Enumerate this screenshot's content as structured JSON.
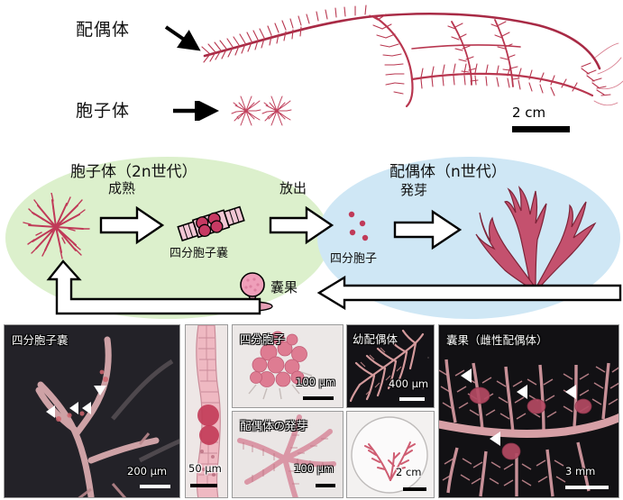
{
  "figure": {
    "title": "Red algae life cycle figure",
    "top_section": {
      "gametophyte_label": "配偶体",
      "sporophyte_label": "胞子体",
      "scale_bar": "2 cm",
      "gametophyte_arrow": "arrow-right-down",
      "sporophyte_arrow": "arrow-right"
    },
    "cycle": {
      "sporophyte_phase": {
        "title": "胞子体（2n世代）",
        "fill_color": "#dcf0cc",
        "steps": [
          {
            "label": "成熟",
            "icon": "sporophyte-star-icon"
          },
          {
            "label": "放出",
            "icon": "tetrasporangium-icon"
          }
        ],
        "structure_label": "四分胞子嚢",
        "cystocarp_label": "囊果"
      },
      "gametophyte_phase": {
        "title": "配偶体（n世代）",
        "fill_color": "#cfe7f5",
        "steps": [
          {
            "label": "発芽",
            "icon": "tetraspore-dots-icon"
          }
        ],
        "spore_label": "四分胞子",
        "thallus_icon": "gametophyte-frond-icon"
      },
      "return_arrow_label": "",
      "arrow_style": "hollow-outline"
    },
    "panels": [
      {
        "id": "tetrasporangia",
        "caption": "四分胞子嚢",
        "scale": "200 µm",
        "background": "dark",
        "arrowheads": 4
      },
      {
        "id": "tetrasporangium-closeup",
        "caption": "",
        "scale": "50 µm",
        "background": "light",
        "arrowheads": 0
      },
      {
        "id": "tetraspores",
        "caption": "四分胞子",
        "scale": "100 µm",
        "background": "light",
        "arrowheads": 0
      },
      {
        "id": "gametophyte-germination",
        "caption": "配偶体の発芽",
        "scale": "100 µm",
        "background": "light",
        "arrowheads": 0
      },
      {
        "id": "young-gametophyte",
        "caption": "幼配偶体",
        "scale": "400 µm",
        "background": "dark",
        "arrowheads": 0
      },
      {
        "id": "petri-dish-culture",
        "caption": "",
        "scale": "2 cm",
        "background": "light",
        "arrowheads": 0
      },
      {
        "id": "cystocarp-female-gametophyte",
        "caption": "囊果（雌性配偶体）",
        "scale": "3 mm",
        "background": "dark",
        "arrowheads": 4
      }
    ],
    "colors": {
      "algae_red": "#c0405c",
      "algae_pink": "#e4a7b6",
      "green_phase": "#dcf0cc",
      "blue_phase": "#cfe7f5",
      "outline": "#000000"
    }
  }
}
